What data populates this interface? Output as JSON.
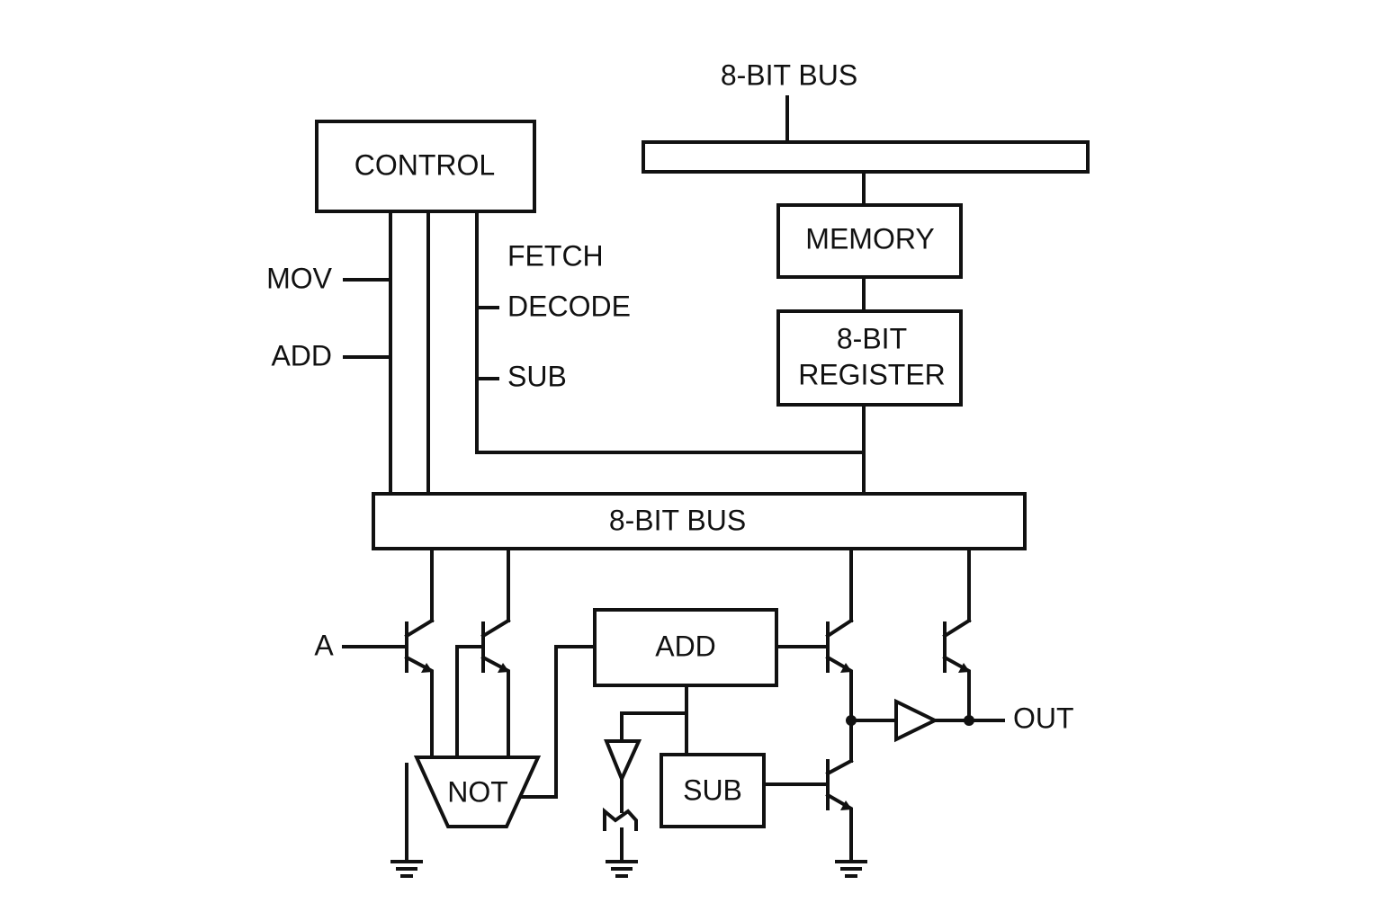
{
  "diagram": {
    "bus_top_label": "8-BIT BUS",
    "bus_main_label": "8-BIT BUS",
    "control_label": "CONTROL",
    "memory_label": "MEMORY",
    "register_label_line1": "8-BIT",
    "register_label_line2": "REGISTER",
    "add_box_label": "ADD",
    "sub_box_label": "SUB",
    "not_gate_label": "NOT",
    "signals": {
      "mov": "MOV",
      "add": "ADD",
      "fetch": "FETCH",
      "decode": "DECODE",
      "sub": "SUB"
    },
    "input_a": "A",
    "output_label": "OUT"
  }
}
